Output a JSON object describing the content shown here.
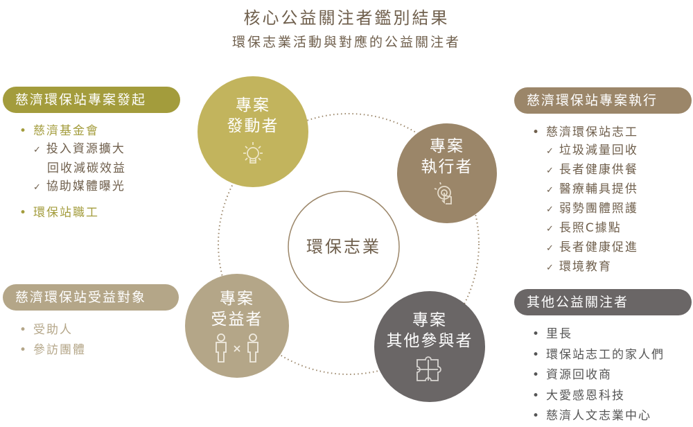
{
  "title": "核心公益關注者鑑別結果",
  "subtitle": "環保志業活動與對應的公益關注者",
  "center": "環保志業",
  "colors": {
    "olive": "#a39c3c",
    "olive_light": "#c2b45d",
    "brown": "#9b8669",
    "taupe": "#b4a688",
    "gray": "#6a6666"
  },
  "circles": {
    "initiator": {
      "line1": "專案",
      "line2": "發動者",
      "icon": "lightbulb-icon"
    },
    "executor": {
      "line1": "專案",
      "line2": "執行者",
      "icon": "touch-icon"
    },
    "beneficiary": {
      "line1": "專案",
      "line2": "受益者",
      "icon": "people-icon"
    },
    "other": {
      "line1": "專案",
      "line2": "其他參與者",
      "icon": "puzzle-icon"
    }
  },
  "initiate": {
    "label": "慈濟環保站專案發起",
    "b1": "慈濟基金會",
    "c1a": "投入資源擴大",
    "c1b": "回收減碳效益",
    "c2": "協助媒體曝光",
    "b2": "環保站職工"
  },
  "beneficiaries": {
    "label": "慈濟環保站受益對象",
    "items": [
      "受助人",
      "參訪團體"
    ]
  },
  "execute": {
    "label": "慈濟環保站專案執行",
    "b1": "慈濟環保站志工",
    "checks": [
      "垃圾減量回收",
      "長者健康供餐",
      "醫療輔具提供",
      "弱勢團體照護",
      "長照C據點",
      "長者健康促進",
      "環境教育"
    ]
  },
  "others": {
    "label": "其他公益關注者",
    "items": [
      "里長",
      "環保站志工的家人們",
      "資源回收商",
      "大愛感恩科技",
      "慈濟人文志業中心"
    ]
  }
}
